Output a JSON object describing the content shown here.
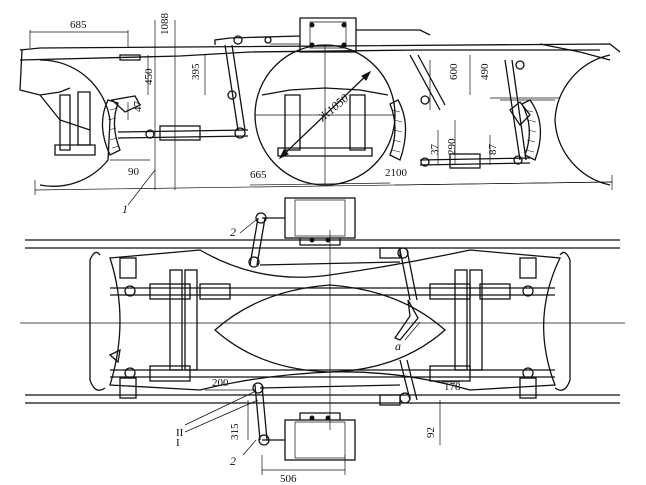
{
  "top_view": {
    "dims": {
      "d685": "685",
      "d1088": "1088",
      "d450": "450",
      "d395": "395",
      "d47": "47",
      "d90": "90",
      "d1050": "Ж1050",
      "d665": "665",
      "d2100": "2100",
      "d600": "600",
      "d490": "490",
      "d37": "37",
      "d290": "290",
      "d87": "87"
    },
    "callouts": {
      "c1": "1"
    }
  },
  "bottom_view": {
    "dims": {
      "d200": "200",
      "d178": "178",
      "d315": "315",
      "d92": "92",
      "d506": "506"
    },
    "callouts": {
      "c2_top": "2",
      "c2_bottom": "2",
      "ca": "a",
      "cII": "II",
      "cI": "I"
    }
  }
}
